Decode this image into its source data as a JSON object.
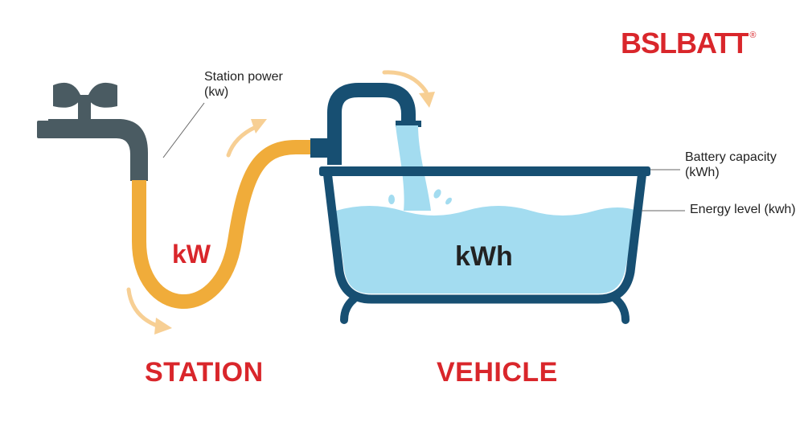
{
  "logo": {
    "text": "BSLBATT",
    "registered": "®"
  },
  "labels": {
    "station_power": "Station power (kw)",
    "battery_capacity": "Battery capacity (kWh)",
    "energy_level": "Energy level (kwh)",
    "kw": "kW",
    "kwh": "kWh"
  },
  "sections": {
    "station": "STATION",
    "vehicle": "VEHICLE"
  },
  "colors": {
    "brand_red": "#d9262b",
    "hose_orange": "#f0ac3a",
    "faucet_gray": "#4a5b62",
    "tub_navy": "#174f72",
    "water_blue": "#a3dcf0",
    "arrow_peach": "#f7cf94"
  },
  "icons": [
    "faucet-icon",
    "bathtub-icon",
    "hose-icon",
    "flow-arrow-icon"
  ]
}
